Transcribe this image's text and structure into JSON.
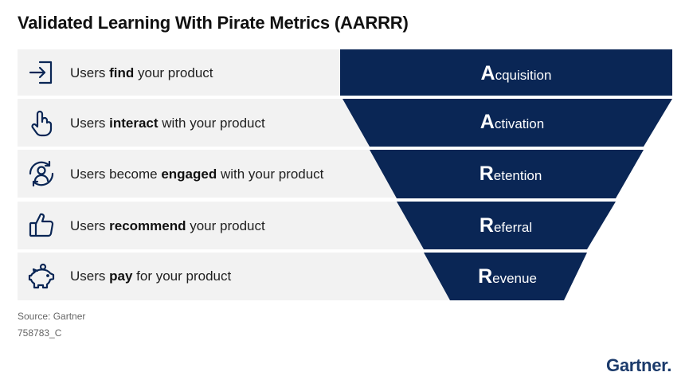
{
  "title": "Validated Learning With Pirate Metrics (AARRR)",
  "colors": {
    "funnel": "#0a2655",
    "row_bg": "#f2f2f2",
    "logo": "#1b3a6b"
  },
  "rows": [
    {
      "icon": "enter-arrow-icon",
      "pre": "Users ",
      "bold": "find",
      "post": " your product",
      "stage_initial": "A",
      "stage_rest": "cquisition"
    },
    {
      "icon": "tap-hand-icon",
      "pre": "Users ",
      "bold": "interact",
      "post": " with your product",
      "stage_initial": "A",
      "stage_rest": "ctivation"
    },
    {
      "icon": "user-cycle-icon",
      "pre": "Users become ",
      "bold": "engaged",
      "post": " with your product",
      "stage_initial": "R",
      "stage_rest": "etention"
    },
    {
      "icon": "thumbs-up-icon",
      "pre": "Users ",
      "bold": "recommend",
      "post": " your product",
      "stage_initial": "R",
      "stage_rest": "eferral"
    },
    {
      "icon": "piggy-bank-icon",
      "pre": "Users ",
      "bold": "pay",
      "post": " for your product",
      "stage_initial": "R",
      "stage_rest": "evenue"
    }
  ],
  "source": "Source: Gartner",
  "code": "758783_C",
  "logo": "Gartner"
}
